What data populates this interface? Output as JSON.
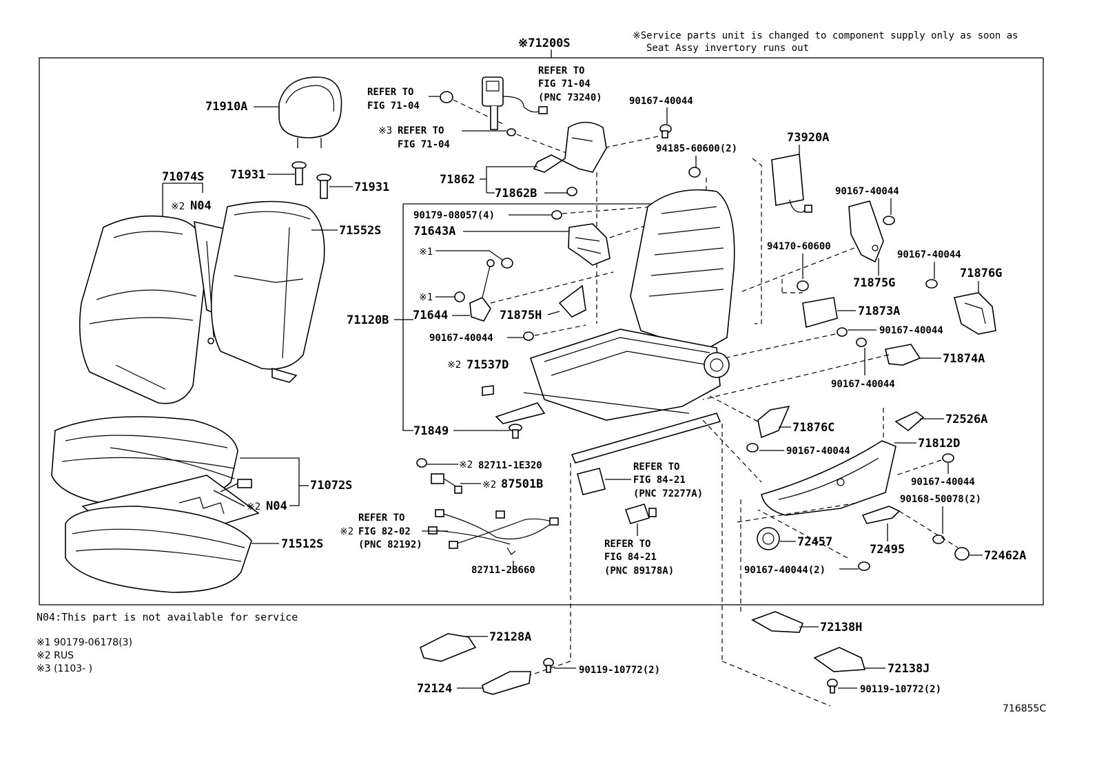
{
  "header": {
    "kome_code": "※71200S",
    "note_line1": "※Service parts unit is changed to component supply only as soon as",
    "note_line2": "Seat Assy invertory runs out"
  },
  "labels": {
    "p71910A": "71910A",
    "p71931a": "71931",
    "p71931b": "71931",
    "p71074S": "71074S",
    "n04a": "N04",
    "k2a": "※2",
    "p71552S": "71552S",
    "p71072S": "71072S",
    "n04b": "N04",
    "k2b": "※2",
    "p71512S": "71512S",
    "ref1a": "REFER TO",
    "ref1b": "FIG 71-04",
    "ref2a": "REFER TO",
    "ref2b": "FIG 71-04",
    "ref2c": "(PNC 73240)",
    "ref3k": "※3",
    "ref3a": "REFER TO",
    "ref3b": "FIG 71-04",
    "p90167a": "90167-40044",
    "p94185": "94185-60600(2)",
    "p73920A": "73920A",
    "p71862": "71862",
    "p71862B": "71862B",
    "p90179": "90179-08057(4)",
    "p71643A": "71643A",
    "k1a": "※1",
    "k1b": "※1",
    "p71644": "71644",
    "p71120B": "71120B",
    "p71875H": "71875H",
    "p90167b": "90167-40044",
    "k2c": "※2",
    "p71537D": "71537D",
    "p71849": "71849",
    "p90167c": "90167-40044",
    "p94170": "94170-60600",
    "p90167d": "90167-40044",
    "p71875G": "71875G",
    "p71876G": "71876G",
    "p71873A": "71873A",
    "p90167e": "90167-40044",
    "p71874A": "71874A",
    "p90167f": "90167-40044",
    "p71876C": "71876C",
    "p90167g": "90167-40044",
    "p72526A": "72526A",
    "p71812D": "71812D",
    "p90167h": "90167-40044",
    "p90168": "90168-50078(2)",
    "p72457": "72457",
    "p72495": "72495",
    "p72462A": "72462A",
    "p90167i": "90167-40044(2)",
    "k2d": "※2",
    "p82711a": "82711-1E320",
    "k2e": "※2",
    "p87501B": "87501B",
    "ref4a": "REFER TO",
    "ref4k": "※2",
    "ref4b": "FIG 82-02",
    "ref4c": "(PNC 82192)",
    "p82711b": "82711-2B660",
    "ref5a": "REFER TO",
    "ref5b": "FIG 84-21",
    "ref5c": "(PNC 72277A)",
    "ref6a": "REFER TO",
    "ref6b": "FIG 84-21",
    "ref6c": "(PNC 89178A)",
    "p72128A": "72128A",
    "p72124": "72124",
    "p90119a": "90119-10772(2)",
    "p72138H": "72138H",
    "p72138J": "72138J",
    "p90119b": "90119-10772(2)"
  },
  "footnotes": {
    "n04": "N04:This part is not available for service",
    "f1": "※1 90179-06178(3)",
    "f2": "※2 RUS",
    "f3": "※3 (1103-     )"
  },
  "figure_id": "716855C"
}
